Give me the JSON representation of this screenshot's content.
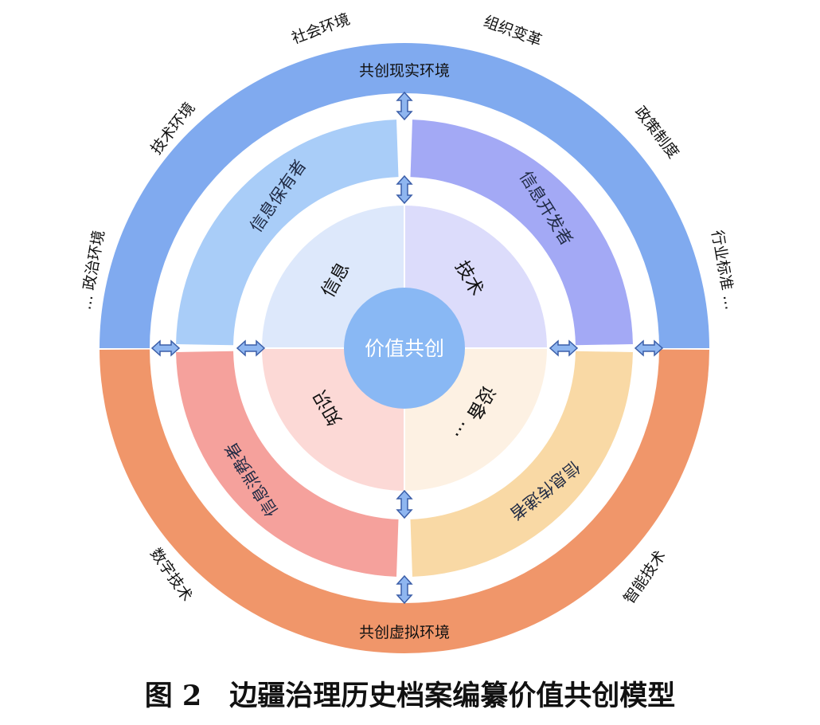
{
  "center": {
    "label": "价值共创"
  },
  "outer_ring": {
    "top_label": "共创现实环境",
    "bottom_label": "共创虚拟环境",
    "top_color": "#80aaef",
    "bottom_color": "#f0966a"
  },
  "outer_labels": {
    "social": "社会环境",
    "org": "组织变革",
    "policy": "政策制度",
    "industry": "行业标准 …",
    "tech_env": "技术环境",
    "politics": "… 政治环境",
    "digital": "数字技术",
    "intelligent": "智能技术"
  },
  "middle_ring": [
    {
      "label": "信息保有者",
      "color": "#a9cdf8"
    },
    {
      "label": "信息开发者",
      "color": "#a3a9f5"
    },
    {
      "label": "信息消费者",
      "color": "#f5a19c"
    },
    {
      "label": "信息传递者",
      "color": "#f9d9a5"
    }
  ],
  "quadrants": [
    {
      "label": "信息",
      "color": "#dde8fb"
    },
    {
      "label": "技术",
      "color": "#dcdcfb"
    },
    {
      "label": "知识",
      "color": "#fcd9d6"
    },
    {
      "label": "设备 …",
      "color": "#fdf1e3"
    }
  ],
  "caption": "图 2　边疆治理历史档案编纂价值共创模型"
}
